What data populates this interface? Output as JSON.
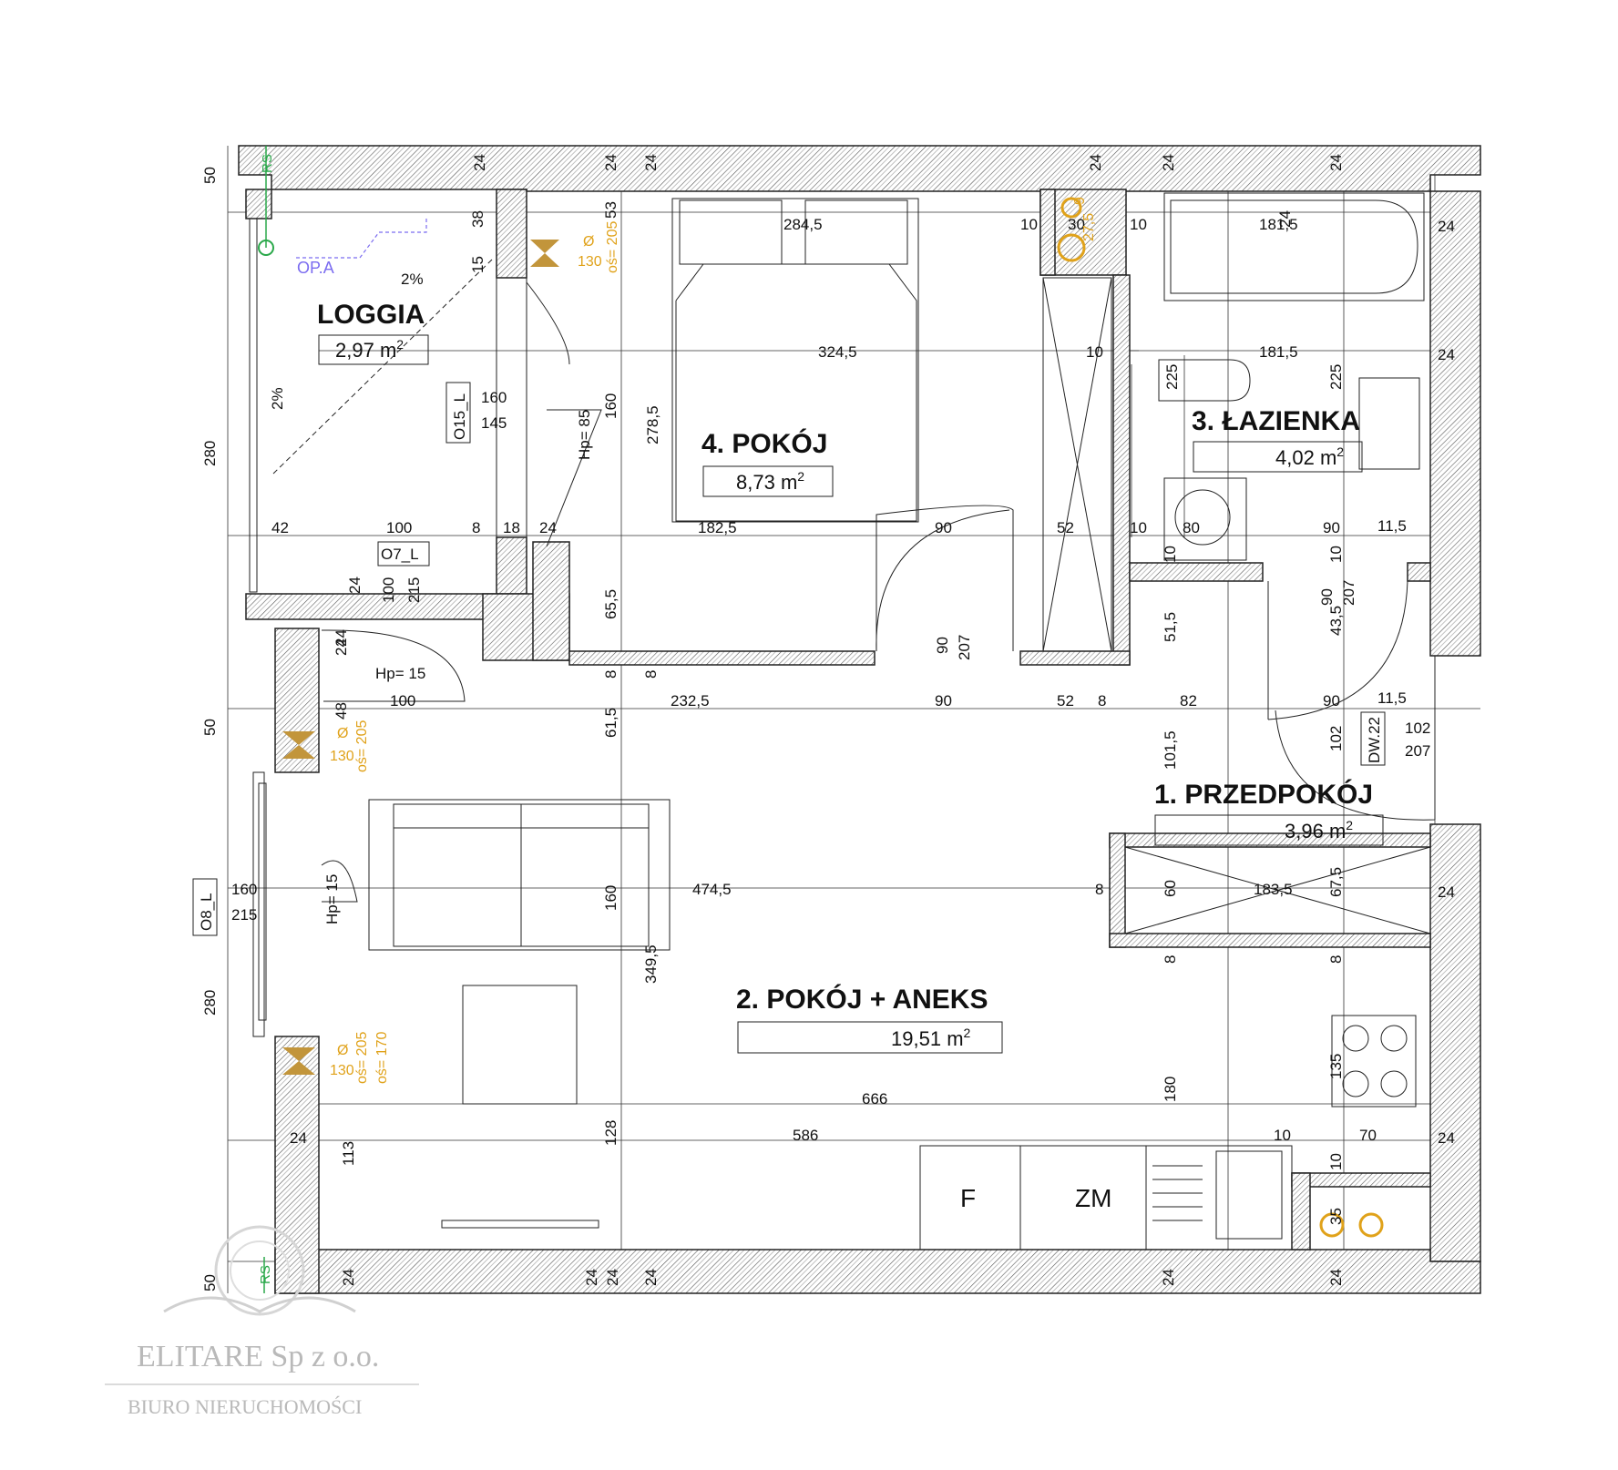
{
  "rooms": [
    {
      "name": "LOGGIA",
      "area": "2,97"
    },
    {
      "name": "4. POKÓJ",
      "area": "8,73"
    },
    {
      "name": "3. ŁAZIENKA",
      "area": "4,02"
    },
    {
      "name": "1. PRZEDPOKÓJ",
      "area": "3,96"
    },
    {
      "name": "2. POKÓJ + ANEKS",
      "area": "19,51"
    }
  ],
  "area_unit": "m",
  "area_exp": "2",
  "dims": [
    "50",
    "280",
    "50",
    "280",
    "50",
    "24",
    "24",
    "24",
    "24",
    "24",
    "24",
    "24",
    "24",
    "24",
    "24",
    "24",
    "24",
    "24",
    "24",
    "24",
    "24",
    "24",
    "24",
    "24",
    "284,5",
    "324,5",
    "182,5",
    "278,5",
    "65,5",
    "61,5",
    "160",
    "53",
    "38",
    "15",
    "42",
    "100",
    "8",
    "18",
    "24",
    "100",
    "215",
    "160",
    "145",
    "10",
    "30",
    "10",
    "10",
    "181,5",
    "181,5",
    "225",
    "225",
    "90",
    "52",
    "10",
    "80",
    "90",
    "11,5",
    "10",
    "51,5",
    "43,5",
    "10",
    "232,5",
    "90",
    "52",
    "8",
    "82",
    "90",
    "11,5",
    "101,5",
    "102",
    "102",
    "207",
    "474,5",
    "8",
    "60",
    "183,5",
    "67,5",
    "8",
    "8",
    "160",
    "349,5",
    "666",
    "180",
    "586",
    "10",
    "70",
    "135",
    "128",
    "113",
    "10",
    "35",
    "100",
    "8",
    "8",
    "24",
    "48",
    "24",
    "90",
    "207",
    "90",
    "207"
  ],
  "labels": {
    "o15": "O15_L",
    "o7": "O7_L",
    "o8": "O8_L",
    "dw22": "DW.22",
    "o8_w": "160",
    "o8_h": "215",
    "hp85": "Hp= 85",
    "hp15a": "Hp= 15",
    "hp15b": "Hp= 15",
    "pct1": "2%",
    "pct2": "2%",
    "opa": "OP.A",
    "fridge": "F",
    "zm": "ZM"
  },
  "vents": [
    {
      "d": "Ø",
      "s": "130",
      "os": "oś= 205"
    },
    {
      "d": "Ø",
      "s": "130",
      "os": "oś= 205"
    },
    {
      "d": "Ø",
      "s": "130",
      "os": "oś= 205",
      "os2": "oś= 170"
    }
  ],
  "shaft_a": {
    "a": "9",
    "b": "27,5"
  },
  "riser": "RS",
  "logo": {
    "line1": "ELITARE Sp z o.o.",
    "line2": "BIURO NIERUCHOMOŚCI"
  },
  "colors": {
    "ink": "#222222",
    "orange": "#e0a21a",
    "green": "#2aa84a",
    "violet": "#7b6cf0",
    "watermark": "#b9b9b9"
  }
}
